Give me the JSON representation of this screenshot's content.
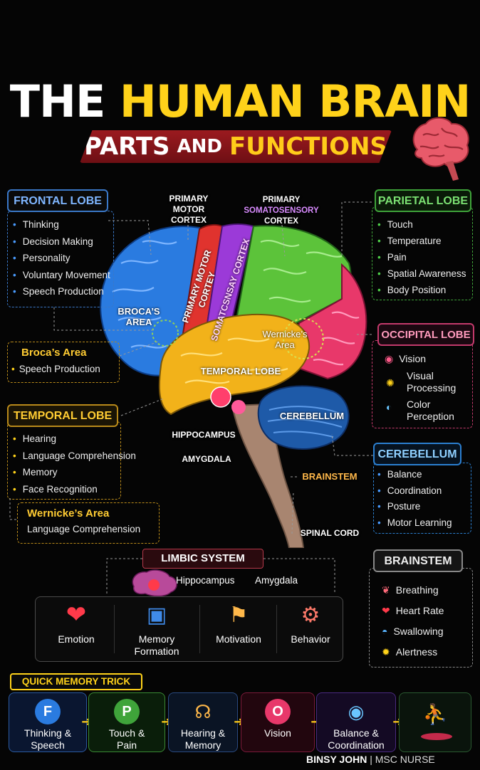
{
  "title": {
    "part1": "THE",
    "part2": "HUMAN BRAIN"
  },
  "subtitle": {
    "part1": "PARTS",
    "and": "AND",
    "part2": "FUNCTIONS"
  },
  "frontal": {
    "head": "FRONTAL LOBE",
    "items": [
      "Thinking",
      "Decision Making",
      "Personality",
      "Voluntary Movement",
      "Speech Production"
    ]
  },
  "broca": {
    "head": "Broca’s Area",
    "item": "Speech Production"
  },
  "temporal": {
    "head": "TEMPORAL LOBE",
    "items": [
      "Hearing",
      "Language Comprehension",
      "Memory",
      "Face Recognition"
    ]
  },
  "wernicke": {
    "head": "Wernicke’s Area",
    "item": "Language Comprehension"
  },
  "parietal": {
    "head": "PARIETAL LOBE",
    "items": [
      "Touch",
      "Temperature",
      "Pain",
      "Spatial Awareness",
      "Body Position"
    ]
  },
  "occipital": {
    "head": "OCCIPITAL LOBE",
    "items": [
      "Vision",
      "Visual Processing",
      "Color Perception"
    ]
  },
  "cerebellum": {
    "head": "CEREBELLUM",
    "items": [
      "Balance",
      "Coordination",
      "Posture",
      "Motor Learning"
    ]
  },
  "brainstem": {
    "head": "BRAINSTEM",
    "items": [
      "Breathing",
      "Heart Rate",
      "Swallowing",
      "Alertness"
    ]
  },
  "brain_labels": {
    "primary_motor_top": "PRIMARY MOTOR CORTEX",
    "primary_somato_top_1": "PRIMARY",
    "primary_somato_top_2": "SOMATOSENSORY",
    "primary_somato_top_3": "CORTEX",
    "motor_strip": "PRIMARY MOTOR CORTEY",
    "somato_strip": "SOMATCSNSAY CORTEX",
    "broca": "BROCA’S AREA",
    "wernicke": "Wernicke’s Area",
    "temporal": "TEMPORAL LOBE",
    "cerebellum": "CEREBELLUM",
    "hippocampus": "HIPPOCAMPUS",
    "amygdala": "AMYGDALA",
    "brainstem": "BRAINSTEM",
    "spinal": "SPINAL CORD"
  },
  "limbic": {
    "head": "LIMBIC SYSTEM",
    "hippocampus": "Hippocampus",
    "amygdala": "Amygdala",
    "cells": [
      "Emotion",
      "Memory Formation",
      "Motivation",
      "Behavior"
    ]
  },
  "trick": {
    "head": "QUICK MEMORY TRICK",
    "steps": [
      {
        "letter": "F",
        "text": "Thinking & Speech"
      },
      {
        "letter": "P",
        "text": "Touch & Pain"
      },
      {
        "letter": "",
        "text": "Hearing & Memory"
      },
      {
        "letter": "O",
        "text": "Vision"
      },
      {
        "letter": "",
        "text": "Balance & Coordination"
      },
      {
        "letter": "",
        "text": ""
      }
    ]
  },
  "credit": {
    "name": "BINSY JOHN",
    "sep": "|",
    "role": "MSC NURSE"
  },
  "colors": {
    "frontal": "#2a7be0",
    "motor": "#e0332e",
    "somato": "#9b3ad8",
    "parietal": "#5cc33a",
    "occipital": "#e8386a",
    "temporal": "#f2b21a",
    "cerebellum": "#1e5aa8",
    "stem": "#a88570"
  }
}
